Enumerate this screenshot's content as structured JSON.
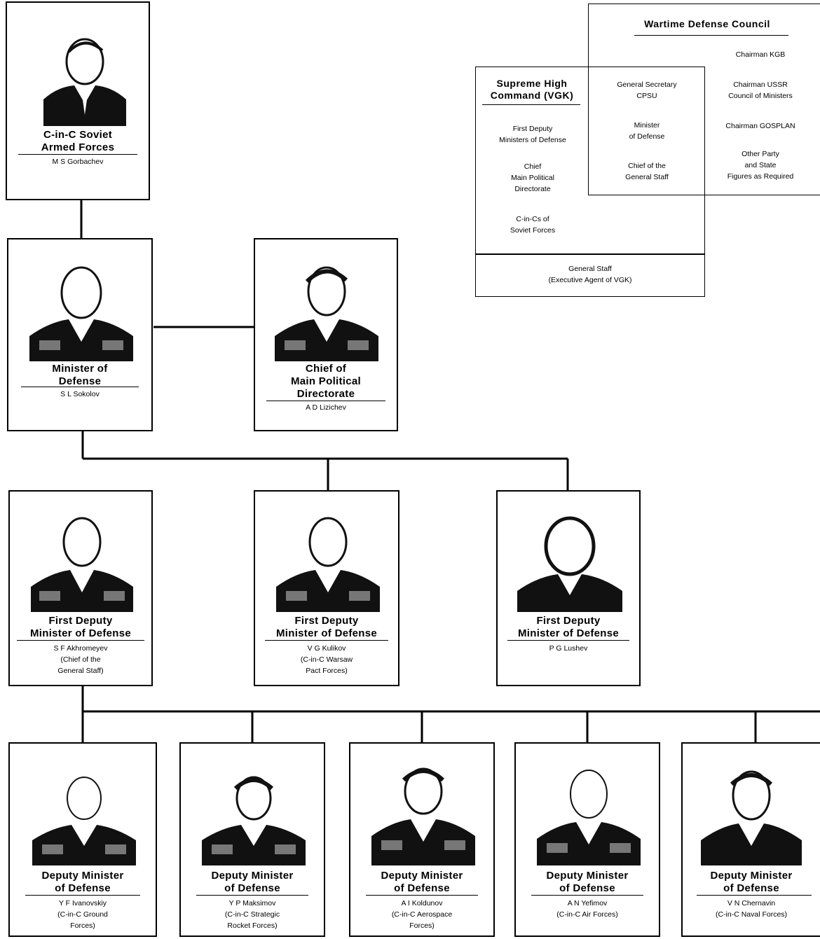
{
  "cards": {
    "cinc": {
      "title": "C-in-C Soviet\nArmed Forces",
      "name": "M S Gorbachev"
    },
    "minister": {
      "title": "Minister of\nDefense",
      "name": "S L Sokolov"
    },
    "mpd": {
      "title": "Chief of\nMain Political\nDirectorate",
      "name": "A D Lizichev"
    },
    "fdm1": {
      "title": "First Deputy\nMinister of Defense",
      "name": "S F Akhromeyev\n(Chief of the\nGeneral Staff)"
    },
    "fdm2": {
      "title": "First Deputy\nMinister of Defense",
      "name": "V G Kulikov\n(C-in-C Warsaw\nPact Forces)"
    },
    "fdm3": {
      "title": "First Deputy\nMinister of Defense",
      "name": "P G Lushev"
    },
    "dm1": {
      "title": "Deputy Minister\nof Defense",
      "name": "Y F Ivanovskiy\n(C-in-C Ground\nForces)"
    },
    "dm2": {
      "title": "Deputy Minister\nof Defense",
      "name": "Y P Maksimov\n(C-in-C Strategic\nRocket Forces)"
    },
    "dm3": {
      "title": "Deputy Minister\nof Defense",
      "name": "A I Koldunov\n(C-in-C Aerospace\nForces)"
    },
    "dm4": {
      "title": "Deputy Minister\nof Defense",
      "name": "A N Yefimov\n(C-in-C Air Forces)"
    },
    "dm5": {
      "title": "Deputy Minister\nof Defense",
      "name": "V N Chernavin\n(C-in-C Naval Forces)"
    }
  },
  "council": {
    "title": "Wartime Defense Council",
    "members": [
      "Chairman KGB",
      "Chairman USSR\nCouncil of Ministers",
      "Chairman GOSPLAN",
      "Other Party\nand State\nFigures as Required"
    ]
  },
  "vgk": {
    "title": "Supreme High\nCommand (VGK)",
    "members": [
      "First Deputy\nMinisters of Defense",
      "Chief\nMain Political\nDirectorate",
      "C-in-Cs of\nSoviet Forces"
    ]
  },
  "shared": [
    "General Secretary\nCPSU",
    "Minister\nof Defense",
    "Chief of the\nGeneral Staff"
  ],
  "general_staff": "General Staff\n(Executive Agent of VGK)"
}
